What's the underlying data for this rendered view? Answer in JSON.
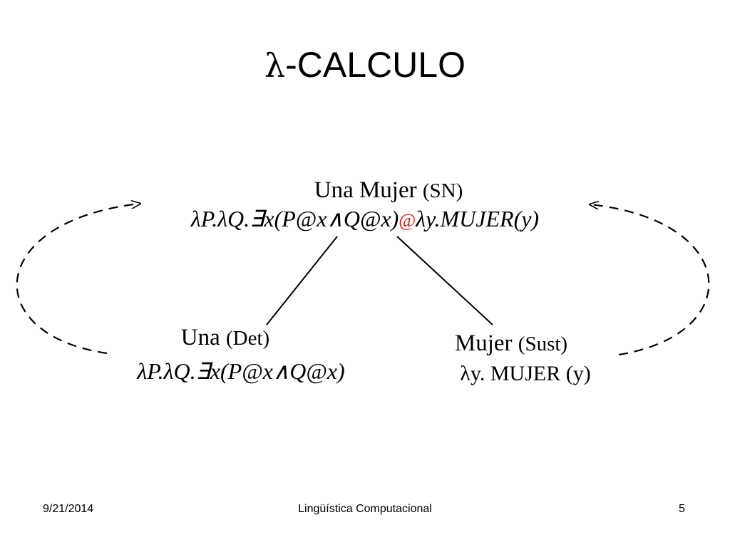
{
  "slide": {
    "title_symbol": "λ",
    "title_text": "-CALCULO"
  },
  "diagram": {
    "root": {
      "word": "Una Mujer",
      "category": "(SN)",
      "formula_left": "λP.λQ.∃x(P@x∧Q@x)",
      "apply_symbol": "@",
      "formula_right": "λy.MUJER(y)"
    },
    "left_child": {
      "word": "Una",
      "category": "(Det)",
      "formula": "λP.λQ.∃x(P@x∧Q@x)"
    },
    "right_child": {
      "word": "Mujer",
      "category": "(Sust)",
      "formula": "λy. MUJER (y)"
    },
    "colors": {
      "apply_symbol": "#d62020",
      "ink": "#000000"
    }
  },
  "footer": {
    "date": "9/21/2014",
    "course": "Lingüística Computacional",
    "page": "5"
  }
}
